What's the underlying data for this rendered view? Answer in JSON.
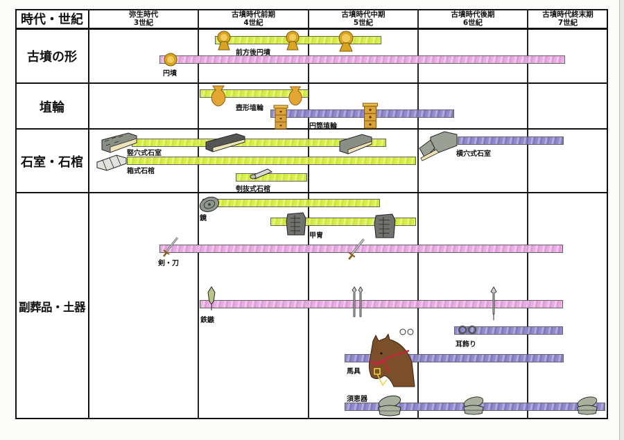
{
  "title": "時代・世紀",
  "periods": [
    {
      "era": "弥生時代",
      "century": "3世紀"
    },
    {
      "era": "古墳時代前期",
      "century": "4世紀"
    },
    {
      "era": "古墳時代中期",
      "century": "5世紀"
    },
    {
      "era": "古墳時代後期",
      "century": "6世紀"
    },
    {
      "era": "古墳時代終末期",
      "century": "7世紀"
    }
  ],
  "rows": [
    {
      "label": "古墳の形"
    },
    {
      "label": "埴輪"
    },
    {
      "label": "石室・石棺"
    },
    {
      "label": "副葬品・土器"
    }
  ],
  "colors": {
    "yellow": "#d4ec3a",
    "pink": "#e7a6e0",
    "purple": "#8882c8",
    "gold": "#d9a521",
    "stone": "#8a8f86"
  },
  "items": {
    "zenpokoenfun": {
      "label": "前方後円墳",
      "row": "古墳の形",
      "color": "yellow",
      "span": "4世紀前半〜5世紀"
    },
    "enpun": {
      "label": "円墳",
      "row": "古墳の形",
      "color": "pink",
      "span": "3世紀後半〜7世紀"
    },
    "tsubogata_haniwa": {
      "label": "壺形埴輪",
      "row": "埴輪",
      "color": "yellow",
      "span": "4世紀"
    },
    "entou_haniwa": {
      "label": "円筒埴輪",
      "row": "埴輪",
      "color": "purple",
      "span": "4世紀後半〜6世紀"
    },
    "tateana_sekishitsu": {
      "label": "竪穴式石室",
      "row": "石室・石棺",
      "color": "yellow",
      "span": "3世紀〜5世紀"
    },
    "hakoshiki_sekkan": {
      "label": "箱式石棺",
      "row": "石室・石棺",
      "color": "yellow",
      "span": "3世紀〜5世紀"
    },
    "kurinuki_sekkan": {
      "label": "刳抜式石棺",
      "row": "石室・石棺",
      "color": "yellow",
      "span": "4世紀"
    },
    "yokoana_sekishitsu": {
      "label": "横穴式石室",
      "row": "石室・石棺",
      "color": "purple",
      "span": "6世紀〜7世紀"
    },
    "kagami": {
      "label": "鏡",
      "row": "副葬品・土器",
      "color": "yellow",
      "span": "4世紀〜5世紀"
    },
    "kacchu": {
      "label": "甲冑",
      "row": "副葬品・土器",
      "color": "yellow",
      "span": "4世紀後半〜5世紀"
    },
    "ken_katana": {
      "label": "剣・刀",
      "row": "副葬品・土器",
      "color": "pink",
      "span": "3世紀後半〜7世紀"
    },
    "tetsuzoku": {
      "label": "鉄鏃",
      "row": "副葬品・土器",
      "color": "pink",
      "span": "4世紀〜7世紀"
    },
    "mimikazari": {
      "label": "耳飾り",
      "row": "副葬品・土器",
      "color": "purple",
      "span": "6世紀〜7世紀"
    },
    "bagu": {
      "label": "馬具",
      "row": "副葬品・土器",
      "color": "purple",
      "span": "5世紀〜7世紀"
    },
    "sueki": {
      "label": "須恵器",
      "row": "副葬品・土器",
      "color": "purple",
      "span": "5世紀〜7世紀"
    }
  }
}
